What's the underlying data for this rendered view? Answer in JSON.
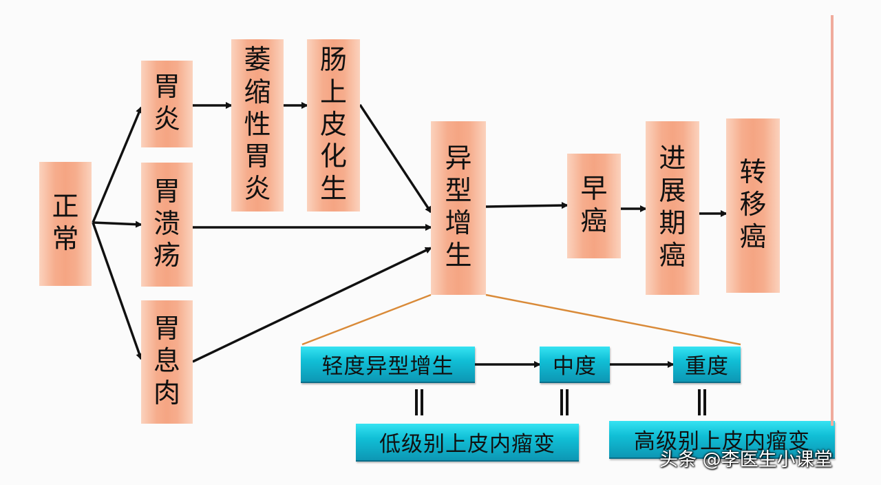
{
  "nodes": {
    "normal": "正常",
    "gastritis": "胃炎",
    "ulcer": "胃溃疡",
    "polyp": "胃息肉",
    "atrophic": "萎缩性胃炎",
    "metaplasia": "肠上皮化生",
    "dysplasia": "异型增生",
    "early": "早癌",
    "advanced": "进展期癌",
    "metastatic": "转移癌"
  },
  "grades": {
    "mild": "轻度异型增生",
    "moderate": "中度",
    "severe": "重度",
    "low_grade": "低级别上皮内瘤变",
    "high_grade": "高级别上皮内瘤变"
  },
  "watermark": "头条 @李医生小课堂",
  "colors": {
    "node_fill": "#f5a583",
    "grade_fill": "#11bfd6",
    "arrow": "#111111",
    "zoom_line": "#d98a38",
    "divider": "#f0ab9c"
  }
}
